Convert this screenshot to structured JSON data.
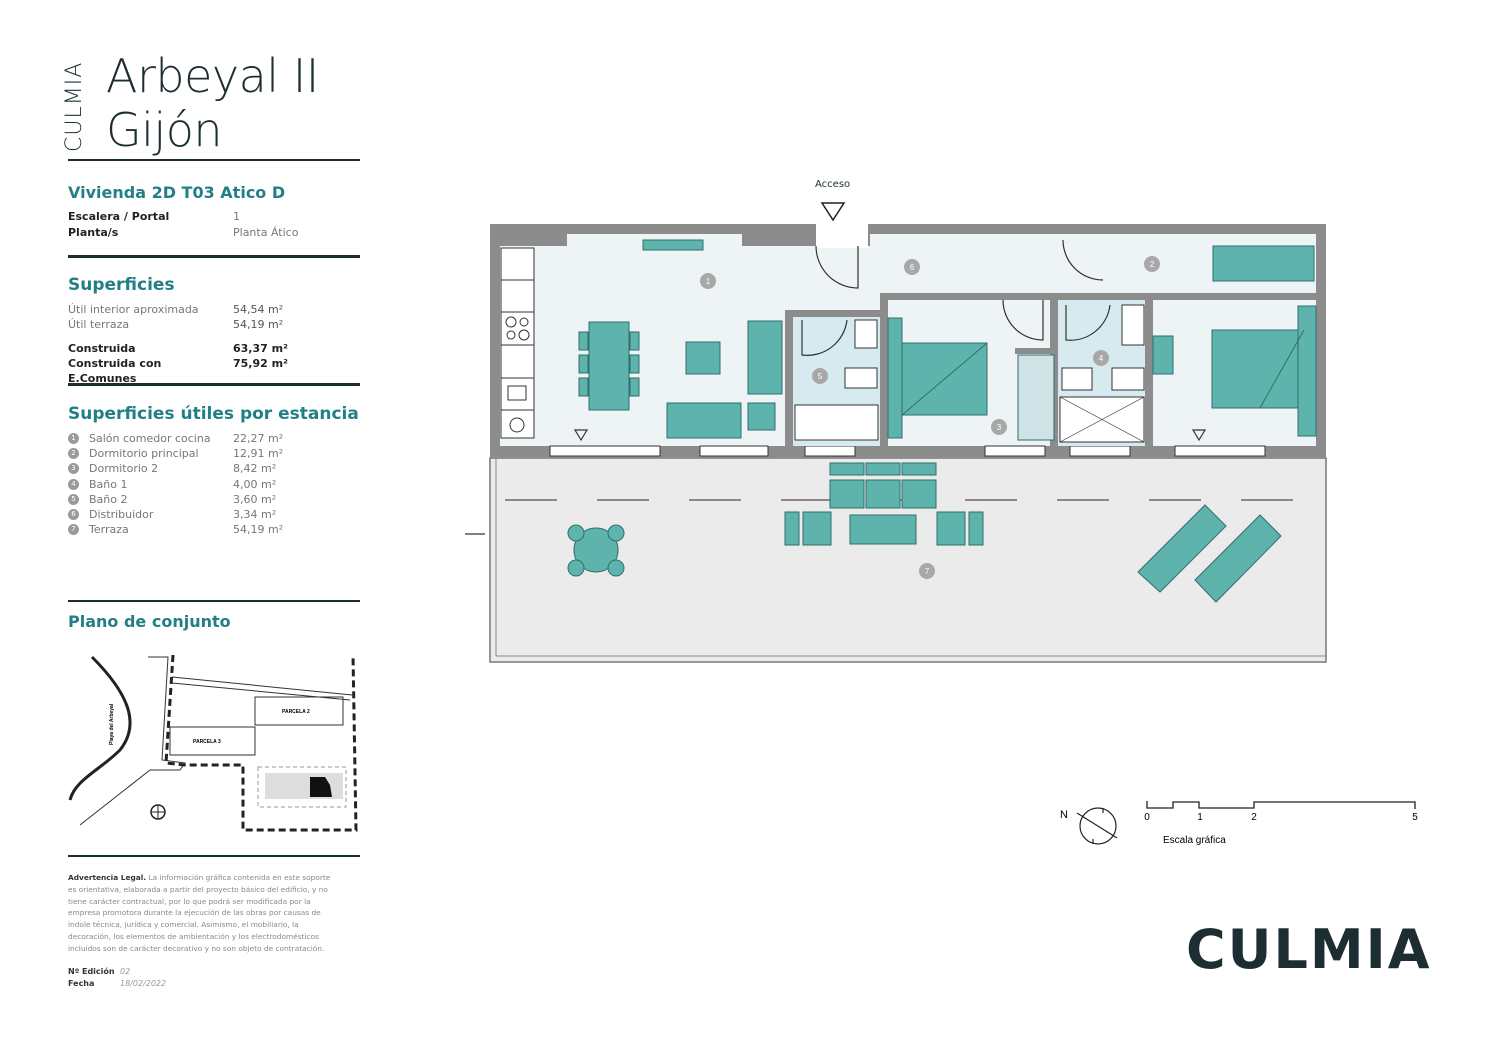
{
  "header": {
    "brand_vertical": "CULMIA",
    "title_line1": "Arbeyal II",
    "title_line2": "Gijón"
  },
  "unit": {
    "name": "Vivienda 2D T03 Atico D",
    "fields": [
      {
        "label": "Escalera / Portal",
        "value": "1"
      },
      {
        "label": "Planta/s",
        "value": "Planta Ático"
      }
    ]
  },
  "superficies": {
    "title": "Superficies",
    "rows": [
      {
        "label": "Útil interior aproximada",
        "value": "54,54 m²"
      },
      {
        "label": "Útil terraza",
        "value": "54,19 m²"
      },
      {
        "label": "Construida",
        "value": "63,37 m²"
      },
      {
        "label": "Construida con E.Comunes",
        "value": "75,92 m²"
      }
    ]
  },
  "estancias": {
    "title": "Superficies útiles por estancia",
    "rooms": [
      {
        "num": "1",
        "label": "Salón comedor cocina",
        "value": "22,27 m²"
      },
      {
        "num": "2",
        "label": "Dormitorio principal",
        "value": "12,91 m²"
      },
      {
        "num": "3",
        "label": "Dormitorio 2",
        "value": "8,42 m²"
      },
      {
        "num": "4",
        "label": "Baño 1",
        "value": "4,00 m²"
      },
      {
        "num": "5",
        "label": "Baño 2",
        "value": "3,60 m²"
      },
      {
        "num": "6",
        "label": "Distribuidor",
        "value": "3,34 m²"
      },
      {
        "num": "7",
        "label": "Terraza",
        "value": "54,19 m²"
      }
    ]
  },
  "site_plan": {
    "title": "Plano de conjunto",
    "street": "Playa del Arbeyal",
    "parcel_a": "PARCELA 2",
    "parcel_b": "PARCELA 3"
  },
  "legal": {
    "heading": "Advertencia Legal.",
    "text": "La información gráfica contenida en este soporte es orientativa, elaborada a partir del proyecto básico del edificio, y no tiene carácter contractual, por lo que podrá ser modificada por la empresa promotora durante la ejecución de las obras por causas de índole técnica, jurídica y comercial. Asimismo, el mobiliario, la decoración, los elementos de ambientación y los electrodomésticos incluidos son de carácter decorativo y no son objeto de contratación.",
    "edition_label": "Nº Edición",
    "edition_value": "02",
    "date_label": "Fecha",
    "date_value": "18/02/2022"
  },
  "plan": {
    "access_label": "Acceso",
    "north_label": "N",
    "scale_label": "Escala gráfica",
    "scale_ticks": [
      "0",
      "1",
      "2",
      "5"
    ]
  },
  "footer": {
    "logo": "CULMIA"
  },
  "colors": {
    "accent": "#237f86",
    "dark": "#1d2e33",
    "furniture": "#5fb3ad",
    "floor": "#eef4f6",
    "wall": "#8c8c8c",
    "terrace": "#ebebeb"
  }
}
